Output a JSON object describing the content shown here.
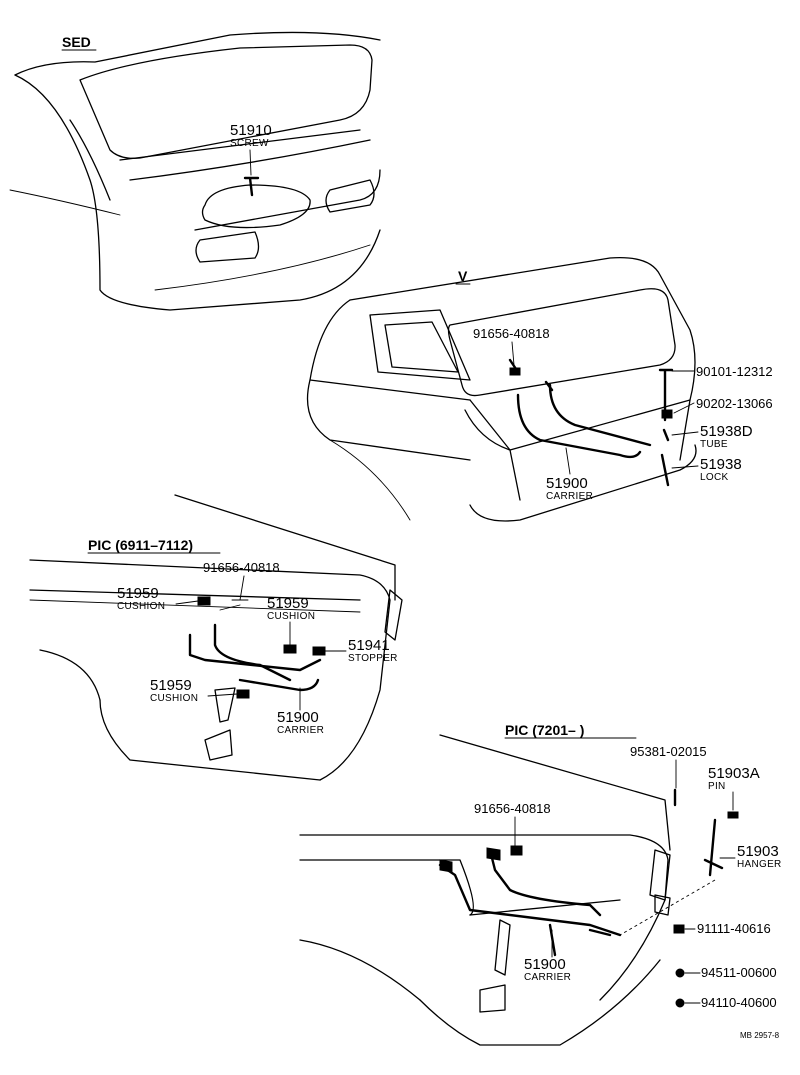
{
  "sections": {
    "sed": "SED",
    "v": "V",
    "pic1": "PIC (6911–7112)",
    "pic2": "PIC (7201–        )"
  },
  "sed": {
    "p51910": "51910",
    "p51910_sub": "SCREW"
  },
  "v": {
    "p91656": "91656-40818",
    "p90101": "90101-12312",
    "p90202": "90202-13066",
    "p51938d": "51938D",
    "p51938d_sub": "TUBE",
    "p51938": "51938",
    "p51938_sub": "LOCK",
    "p51900": "51900",
    "p51900_sub": "CARRIER"
  },
  "pic1": {
    "p91656": "91656-40818",
    "p51959a": "51959",
    "p51959a_sub": "CUSHION",
    "p51959b": "51959",
    "p51959b_sub": "CUSHION",
    "p51941": "51941",
    "p51941_sub": "STOPPER",
    "p51959c": "51959",
    "p51959c_sub": "CUSHION",
    "p51900": "51900",
    "p51900_sub": "CARRIER"
  },
  "pic2": {
    "p95381": "95381-02015",
    "p51903a": "51903A",
    "p51903a_sub": "PIN",
    "p91656": "91656-40818",
    "p51903": "51903",
    "p51903_sub": "HANGER",
    "p91111": "91111-40616",
    "p51900": "51900",
    "p51900_sub": "CARRIER",
    "p94511": "94511-00600",
    "p94110": "94110-40600"
  },
  "ref": "MB 2957-8"
}
